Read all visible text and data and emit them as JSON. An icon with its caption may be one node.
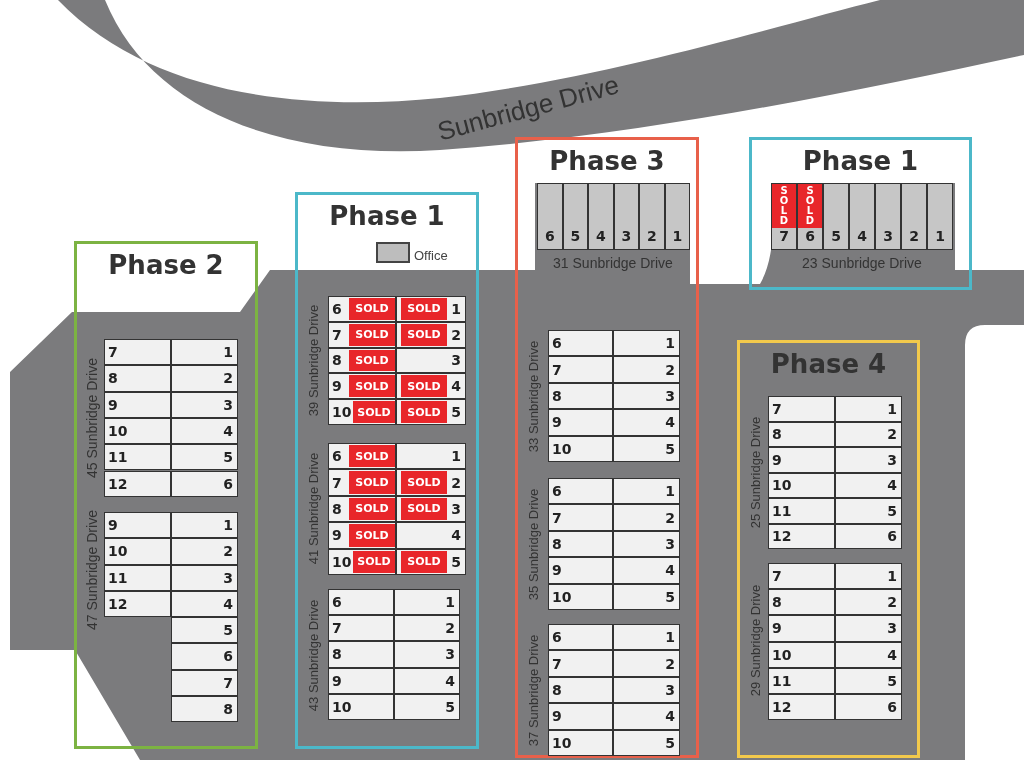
{
  "diagram": {
    "nodes": [
      {
        "text": [
          "Phase 2"
        ]
      },
      {
        "text": [
          "7"
        ],
        "in": 0
      },
      {
        "text": [
          "1"
        ],
        "in": 0
      },
      {
        "text": [
          "8"
        ],
        "in": 0
      },
      {
        "text": [
          "2"
        ],
        "in": 0
      },
      {
        "text": [
          "9"
        ],
        "in": 0
      },
      {
        "text": [
          "3"
        ],
        "in": 0
      },
      {
        "text": [
          "10"
        ],
        "in": 0
      },
      {
        "text": [
          "4"
        ],
        "in": 0
      },
      {
        "text": [
          "11"
        ],
        "in": 0
      },
      {
        "text": [
          "5"
        ],
        "in": 0
      },
      {
        "text": [
          "12"
        ],
        "in": 0
      },
      {
        "text": [
          "6"
        ],
        "in": 0
      },
      {
        "text": [
          "9"
        ],
        "in": 0
      },
      {
        "text": [
          "1"
        ],
        "in": 0
      },
      {
        "text": [
          "10"
        ],
        "in": 0
      },
      {
        "text": [
          "2"
        ],
        "in": 0
      },
      {
        "text": [
          "11"
        ],
        "in": 0
      },
      {
        "text": [
          "3"
        ],
        "in": 0
      },
      {
        "text": [
          "12"
        ],
        "in": 0
      },
      {
        "text": [
          "4"
        ],
        "in": 0
      },
      {
        "text": [
          "5"
        ],
        "in": 0
      },
      {
        "text": [
          "6"
        ],
        "in": 0
      },
      {
        "text": [
          "7"
        ],
        "in": 0
      },
      {
        "text": [
          "8"
        ],
        "in": 0
      },
      {
        "text": [
          "Phase 1"
        ]
      },
      {
        "text": [],
        "shape": "box",
        "beside": [
          "Office"
        ],
        "in": 25
      },
      {
        "text": [
          "6",
          "SOLD"
        ],
        "in": 25
      },
      {
        "text": [
          "SOLD",
          "1"
        ],
        "in": 25
      },
      {
        "text": [
          "7",
          "SOLD"
        ],
        "in": 25
      },
      {
        "text": [
          "SOLD",
          "2"
        ],
        "in": 25
      },
      {
        "text": [
          "8",
          "SOLD"
        ],
        "in": 25
      },
      {
        "text": [
          "3"
        ],
        "in": 25
      },
      {
        "text": [
          "9",
          "SOLD"
        ],
        "in": 25
      },
      {
        "text": [
          "SOLD",
          "4"
        ],
        "in": 25
      },
      {
        "text": [
          "10",
          "SOLD"
        ],
        "in": 25
      },
      {
        "text": [
          "SOLD",
          "5"
        ],
        "in": 25
      },
      {
        "text": [
          "6",
          "SOLD"
        ],
        "in": 25
      },
      {
        "text": [
          "1"
        ],
        "in": 25
      },
      {
        "text": [
          "7",
          "SOLD"
        ],
        "in": 25
      },
      {
        "text": [
          "SOLD",
          "2"
        ],
        "in": 25
      },
      {
        "text": [
          "8",
          "SOLD"
        ],
        "in": 25
      },
      {
        "text": [
          "SOLD",
          "3"
        ],
        "in": 25
      },
      {
        "text": [
          "9",
          "SOLD"
        ],
        "in": 25
      },
      {
        "text": [
          "4"
        ],
        "in": 25
      },
      {
        "text": [
          "10",
          "SOLD"
        ],
        "in": 25
      },
      {
        "text": [
          "SOLD",
          "5"
        ],
        "in": 25
      },
      {
        "text": [
          "6"
        ],
        "in": 25
      },
      {
        "text": [
          "1"
        ],
        "in": 25
      },
      {
        "text": [
          "7"
        ],
        "in": 25
      },
      {
        "text": [
          "2"
        ],
        "in": 25
      },
      {
        "text": [
          "8"
        ],
        "in": 25
      },
      {
        "text": [
          "3"
        ],
        "in": 25
      },
      {
        "text": [
          "9"
        ],
        "in": 25
      },
      {
        "text": [
          "4"
        ],
        "in": 25
      },
      {
        "text": [
          "10"
        ],
        "in": 25
      },
      {
        "text": [
          "5"
        ],
        "in": 25
      },
      {
        "text": [
          "Phase 3"
        ]
      },
      {
        "text": [
          "6"
        ],
        "in": 57
      },
      {
        "text": [
          "5"
        ],
        "in": 57
      },
      {
        "text": [
          "4"
        ],
        "in": 57
      },
      {
        "text": [
          "3"
        ],
        "in": 57
      },
      {
        "text": [
          "2"
        ],
        "in": 57
      },
      {
        "text": [
          "1"
        ],
        "in": 57
      },
      {
        "text": [
          "6"
        ],
        "in": 57
      },
      {
        "text": [
          "1"
        ],
        "in": 57
      },
      {
        "text": [
          "7"
        ],
        "in": 57
      },
      {
        "text": [
          "2"
        ],
        "in": 57
      },
      {
        "text": [
          "8"
        ],
        "in": 57
      },
      {
        "text": [
          "3"
        ],
        "in": 57
      },
      {
        "text": [
          "9"
        ],
        "in": 57
      },
      {
        "text": [
          "4"
        ],
        "in": 57
      },
      {
        "text": [
          "10"
        ],
        "in": 57
      },
      {
        "text": [
          "5"
        ],
        "in": 57
      },
      {
        "text": [
          "6"
        ],
        "in": 57
      },
      {
        "text": [
          "1"
        ],
        "in": 57
      },
      {
        "text": [
          "7"
        ],
        "in": 57
      },
      {
        "text": [
          "2"
        ],
        "in": 57
      },
      {
        "text": [
          "8"
        ],
        "in": 57
      },
      {
        "text": [
          "3"
        ],
        "in": 57
      },
      {
        "text": [
          "9"
        ],
        "in": 57
      },
      {
        "text": [
          "4"
        ],
        "in": 57
      },
      {
        "text": [
          "10"
        ],
        "in": 57
      },
      {
        "text": [
          "5"
        ],
        "in": 57
      },
      {
        "text": [
          "6"
        ],
        "in": 57
      },
      {
        "text": [
          "1"
        ],
        "in": 57
      },
      {
        "text": [
          "7"
        ],
        "in": 57
      },
      {
        "text": [
          "2"
        ],
        "in": 57
      },
      {
        "text": [
          "8"
        ],
        "in": 57
      },
      {
        "text": [
          "3"
        ],
        "in": 57
      },
      {
        "text": [
          "9"
        ],
        "in": 57
      },
      {
        "text": [
          "4"
        ],
        "in": 57
      },
      {
        "text": [
          "10"
        ],
        "in": 57
      },
      {
        "text": [
          "5"
        ],
        "in": 57
      },
      {
        "text": [
          "Phase 1"
        ]
      },
      {
        "text": [
          "SOLD",
          "7"
        ],
        "in": 94
      },
      {
        "text": [
          "SOLD",
          "6"
        ],
        "in": 94
      },
      {
        "text": [
          "5"
        ],
        "in": 94
      },
      {
        "text": [
          "4"
        ],
        "in": 94
      },
      {
        "text": [
          "3"
        ],
        "in": 94
      },
      {
        "text": [
          "2"
        ],
        "in": 94
      },
      {
        "text": [
          "1"
        ],
        "in": 94
      },
      {
        "text": [
          "Phase 4"
        ]
      },
      {
        "text": [
          "7"
        ],
        "in": 102
      },
      {
        "text": [
          "1"
        ],
        "in": 102
      },
      {
        "text": [
          "8"
        ],
        "in": 102
      },
      {
        "text": [
          "2"
        ],
        "in": 102
      },
      {
        "text": [
          "9"
        ],
        "in": 102
      },
      {
        "text": [
          "3"
        ],
        "in": 102
      },
      {
        "text": [
          "10"
        ],
        "in": 102
      },
      {
        "text": [
          "4"
        ],
        "in": 102
      },
      {
        "text": [
          "11"
        ],
        "in": 102
      },
      {
        "text": [
          "5"
        ],
        "in": 102
      },
      {
        "text": [
          "12"
        ],
        "in": 102
      },
      {
        "text": [
          "6"
        ],
        "in": 102
      },
      {
        "text": [
          "7"
        ],
        "in": 102
      },
      {
        "text": [
          "1"
        ],
        "in": 102
      },
      {
        "text": [
          "8"
        ],
        "in": 102
      },
      {
        "text": [
          "2"
        ],
        "in": 102
      },
      {
        "text": [
          "9"
        ],
        "in": 102
      },
      {
        "text": [
          "3"
        ],
        "in": 102
      },
      {
        "text": [
          "10"
        ],
        "in": 102
      },
      {
        "text": [
          "4"
        ],
        "in": 102
      },
      {
        "text": [
          "11"
        ],
        "in": 102
      },
      {
        "text": [
          "5"
        ],
        "in": 102
      },
      {
        "text": [
          "12"
        ],
        "in": 102
      },
      {
        "text": [
          "6"
        ],
        "in": 102
      }
    ],
    "labels": [
      "Sunbridge Drive",
      "31 Sunbridge Drive",
      "23 Sunbridge Drive",
      "45 Sunbridge Drive",
      "47 Sunbridge Drive",
      "39 Sunbridge Drive",
      "41 Sunbridge Drive",
      "43 Sunbridge Drive",
      "33 Sunbridge Drive",
      "35 Sunbridge Drive",
      "37 Sunbridge Drive",
      "25 Sunbridge Drive",
      "29 Sunbridge Drive"
    ]
  }
}
